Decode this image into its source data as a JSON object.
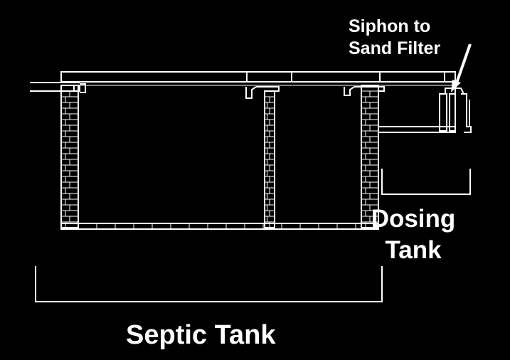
{
  "labels": {
    "siphon_line1": "Siphon to",
    "siphon_line2": "Sand Filter",
    "dosing_line1": "Dosing",
    "dosing_line2": "Tank",
    "septic": "Septic Tank"
  },
  "colors": {
    "background": "#000000",
    "line": "#ffffff"
  }
}
